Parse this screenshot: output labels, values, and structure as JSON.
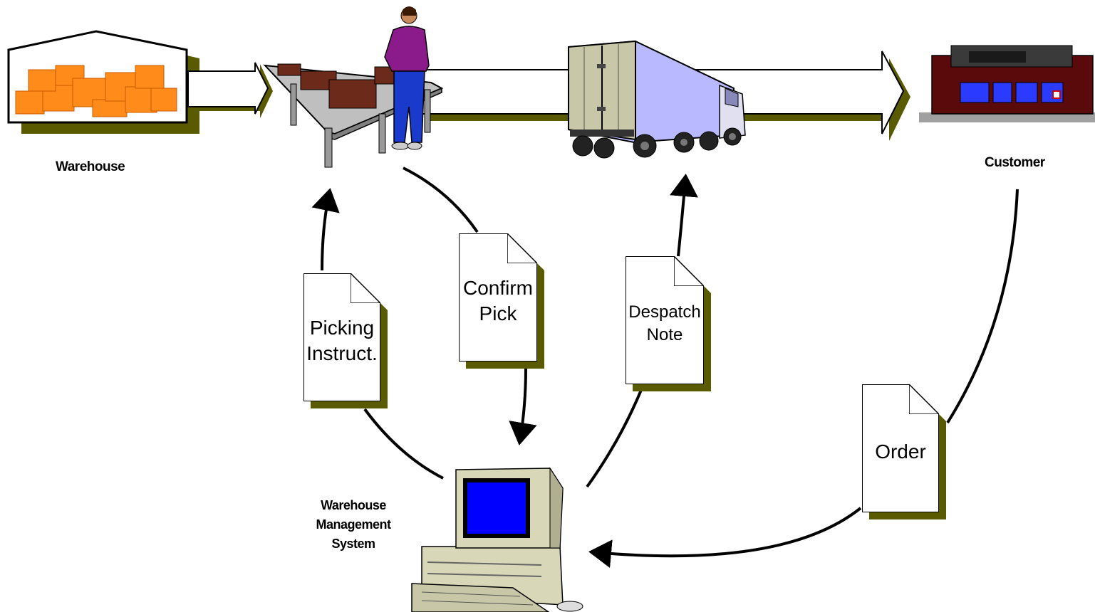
{
  "labels": {
    "warehouse": "Warehouse",
    "customer": "Customer",
    "wms_line1": "Warehouse",
    "wms_line2": "Management",
    "wms_line3": "System"
  },
  "documents": {
    "picking": {
      "line1": "Picking",
      "line2": "Instruct."
    },
    "confirm": {
      "line1": "Confirm",
      "line2": "Pick"
    },
    "despatch": {
      "line1": "Despatch",
      "line2": "Note"
    },
    "order": {
      "line1": "Order"
    }
  },
  "colors": {
    "boxes": "#ff8c1a",
    "truck_trailer": "#b9b9ff",
    "screen": "#0000ff",
    "shadow": "#5a5a00",
    "store": "#5a0a0a",
    "person_shirt": "#8b1a8b",
    "person_pants": "#1a3acc"
  }
}
